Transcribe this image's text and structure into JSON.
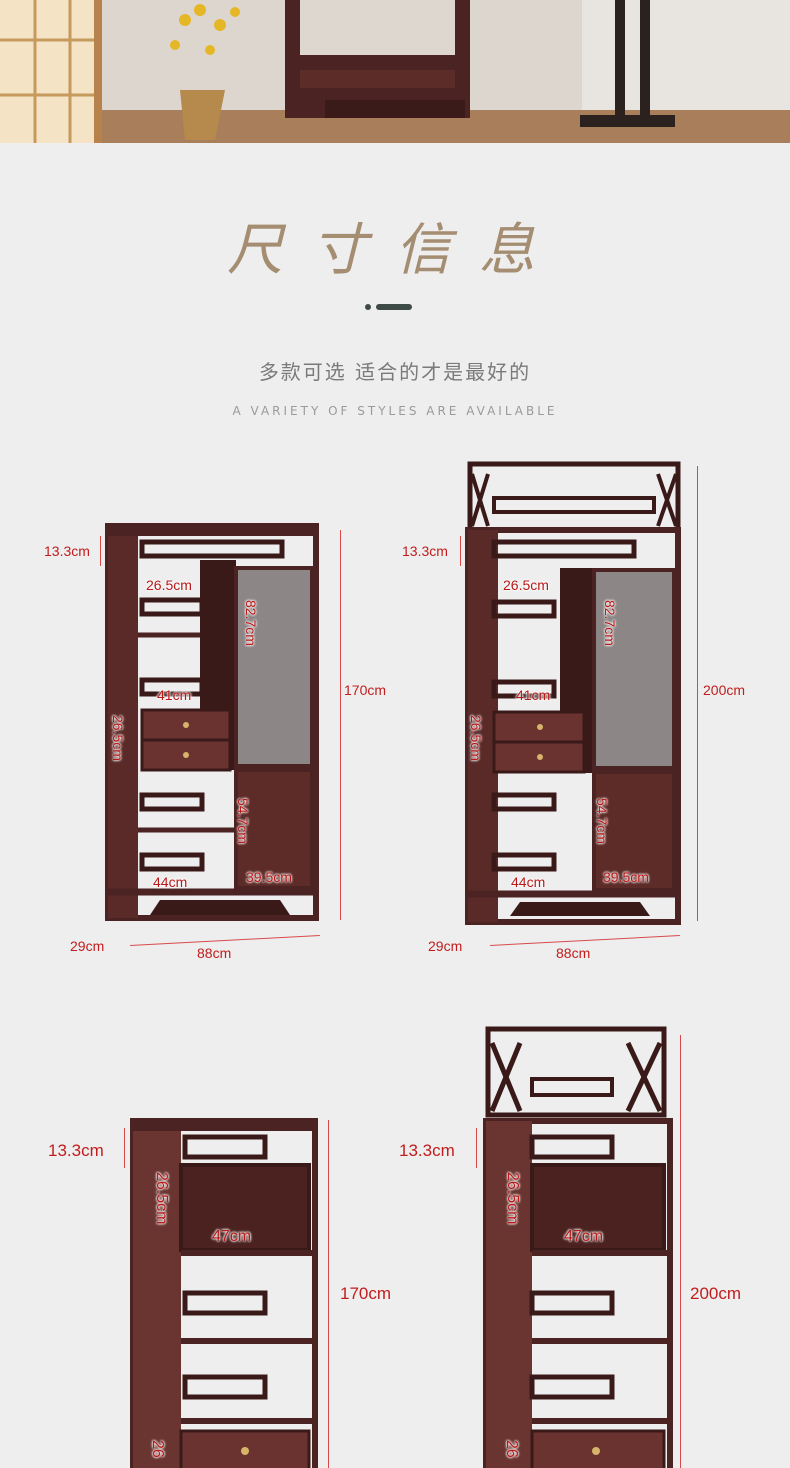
{
  "header": {
    "title": "尺寸信息",
    "subtitle_cn": "多款可选 适合的才是最好的",
    "subtitle_en": "A VARIETY OF STYLES ARE AVAILABLE"
  },
  "products": [
    {
      "top": "13.3cm",
      "shelf": "26.5cm",
      "door": "82.7cm",
      "drawer_w": "41cm",
      "drawer_h": "26.5cm",
      "cabinet": "54.7cm",
      "left_w": "44cm",
      "right_w": "39.5cm",
      "height": "170cm",
      "depth": "29cm",
      "width": "88cm"
    },
    {
      "top": "13.3cm",
      "shelf": "26.5cm",
      "door": "82.7cm",
      "drawer_w": "41cm",
      "drawer_h": "26.5cm",
      "cabinet": "54.7cm",
      "left_w": "44cm",
      "right_w": "39.5cm",
      "height": "200cm",
      "depth": "29cm",
      "width": "88cm"
    },
    {
      "top": "13.3cm",
      "shelf": "26.5cm",
      "inner_w": "47cm",
      "height": "170cm",
      "bottom": "26"
    },
    {
      "top": "13.3cm",
      "shelf": "26.5cm",
      "inner_w": "47cm",
      "height": "200cm",
      "bottom": "26"
    }
  ],
  "colors": {
    "wood": "#4a2322",
    "wood_light": "#6b3330",
    "dimension": "#c21d1d",
    "title": "#a58d72"
  }
}
